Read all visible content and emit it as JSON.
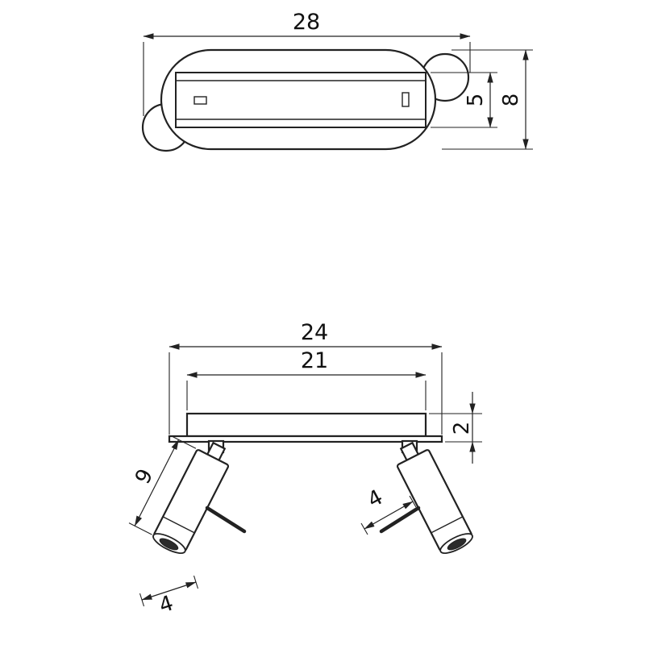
{
  "drawing": {
    "line_color": "#222222",
    "top_view": {
      "overall_width": "28",
      "backplate_height": "5",
      "overall_height": "8"
    },
    "side_view": {
      "overall_width": "24",
      "bar_width": "21",
      "bar_thickness": "2",
      "spot_length": "9",
      "spot_diameter_left": "4",
      "spot_diameter_right": "4"
    }
  }
}
